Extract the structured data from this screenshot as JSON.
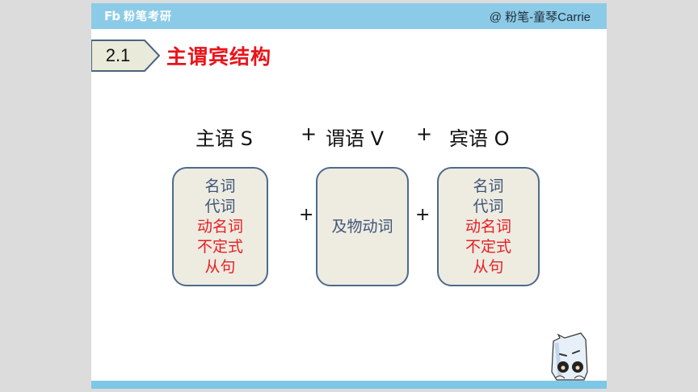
{
  "header": {
    "logo_mark": "Fb",
    "logo_text": "粉笔考研",
    "author": "@ 粉笔-童琴Carrie",
    "bar_color": "#8ccbe7"
  },
  "section": {
    "number": "2.1",
    "title": "主谓宾结构",
    "title_color": "#e8141a"
  },
  "formula": {
    "subject": "主语 S",
    "plus1": "+",
    "predicate": "谓语 V",
    "plus2": "+",
    "object": "宾语 O"
  },
  "boxes": [
    {
      "name": "subject",
      "items": [
        {
          "text": "名词",
          "color": "blue"
        },
        {
          "text": "代词",
          "color": "blue"
        },
        {
          "text": "动名词",
          "color": "red"
        },
        {
          "text": "不定式",
          "color": "red"
        },
        {
          "text": "从句",
          "color": "red"
        }
      ]
    },
    {
      "name": "predicate",
      "items": [
        {
          "text": "及物动词",
          "color": "blue"
        }
      ]
    },
    {
      "name": "object",
      "items": [
        {
          "text": "名词",
          "color": "blue"
        },
        {
          "text": "代词",
          "color": "blue"
        },
        {
          "text": "动名词",
          "color": "red"
        },
        {
          "text": "不定式",
          "color": "red"
        },
        {
          "text": "从句",
          "color": "red"
        }
      ]
    }
  ],
  "box_plus": [
    "+",
    "+"
  ],
  "colors": {
    "box_fill": "#eeebe1",
    "box_border": "#4e6a8c",
    "text_blue": "#3e5675",
    "text_red": "#e51f23",
    "bottom_bar": "#7ec7e6"
  },
  "mascot": {
    "icon": "cartoon-character-icon"
  }
}
